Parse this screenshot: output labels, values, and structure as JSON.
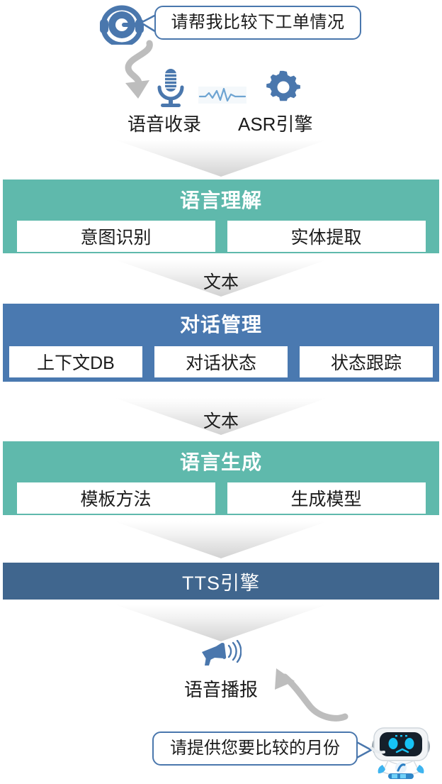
{
  "conversation": {
    "user_message": "请帮我比较下工单情况",
    "bot_message": "请提供您要比较的月份",
    "user_icon": "headset-agent-icon",
    "bot_icon": "robot-avatar-icon"
  },
  "capture": {
    "voice_label": "语音收录",
    "asr_label": "ASR引擎",
    "mic_icon": "microphone-icon",
    "wave_icon": "audio-waveform-icon",
    "gear_icon": "gear-icon"
  },
  "flow_labels": {
    "text_1": "文本",
    "text_2": "文本"
  },
  "panels": [
    {
      "title": "语言理解",
      "color": "#5fb9ac",
      "boxes": [
        "意图识别",
        "实体提取"
      ]
    },
    {
      "title": "对话管理",
      "color": "#4a79b0",
      "boxes": [
        "上下文DB",
        "对话状态",
        "状态跟踪"
      ]
    },
    {
      "title": "语言生成",
      "color": "#5fb9ac",
      "boxes": [
        "模板方法",
        "生成模型"
      ]
    },
    {
      "title": "TTS引擎",
      "color": "#40668e",
      "boxes": []
    }
  ],
  "output": {
    "label": "语音播报",
    "speaker_icon": "megaphone-icon"
  },
  "colors": {
    "teal": "#5fb9ac",
    "blue": "#4a79b0",
    "dark_blue": "#40668e",
    "bubble_border": "#4a77ad",
    "icon_blue": "#4a77ad",
    "arrow_gray": "#c0c0c0"
  }
}
